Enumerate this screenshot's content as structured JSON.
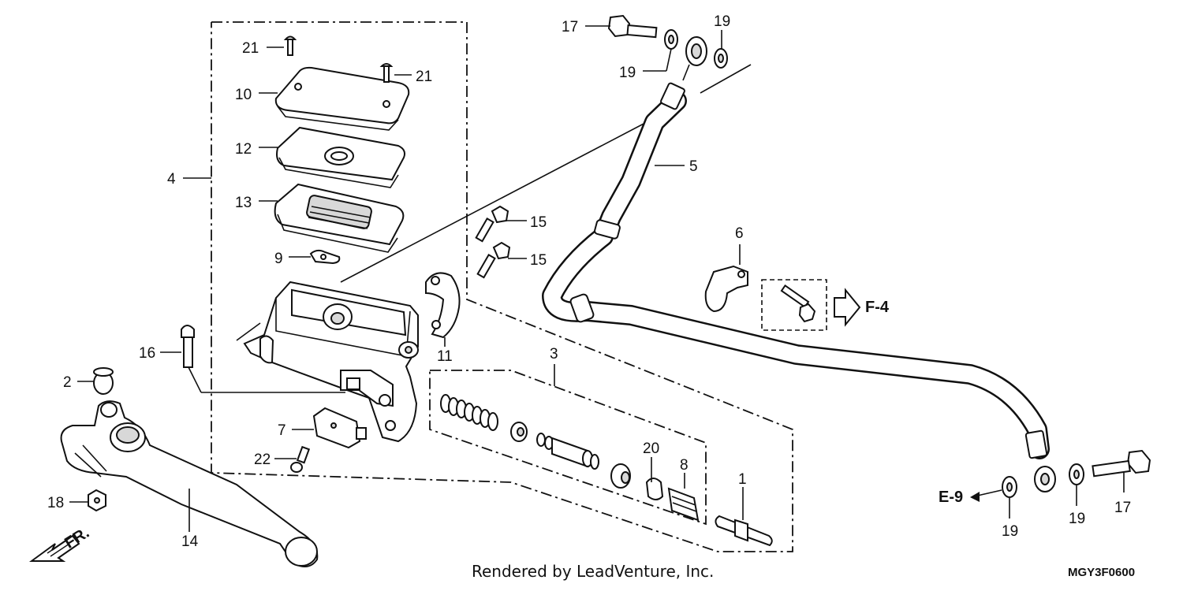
{
  "callouts": {
    "c1": "1",
    "c2": "2",
    "c3": "3",
    "c4": "4",
    "c5": "5",
    "c6": "6",
    "c7": "7",
    "c8": "8",
    "c9": "9",
    "c10": "10",
    "c11": "11",
    "c12": "12",
    "c13": "13",
    "c14": "14",
    "c15a": "15",
    "c15b": "15",
    "c16": "16",
    "c17a": "17",
    "c17b": "17",
    "c18": "18",
    "c19a": "19",
    "c19b": "19",
    "c19c": "19",
    "c19d": "19",
    "c20": "20",
    "c21a": "21",
    "c21b": "21",
    "c22": "22"
  },
  "references": {
    "ref_f4": "F-4",
    "ref_e9": "E-9"
  },
  "direction": {
    "front": "FR."
  },
  "footer": {
    "credit": "Rendered by LeadVenture, Inc.",
    "code": "MGY3F0600"
  }
}
